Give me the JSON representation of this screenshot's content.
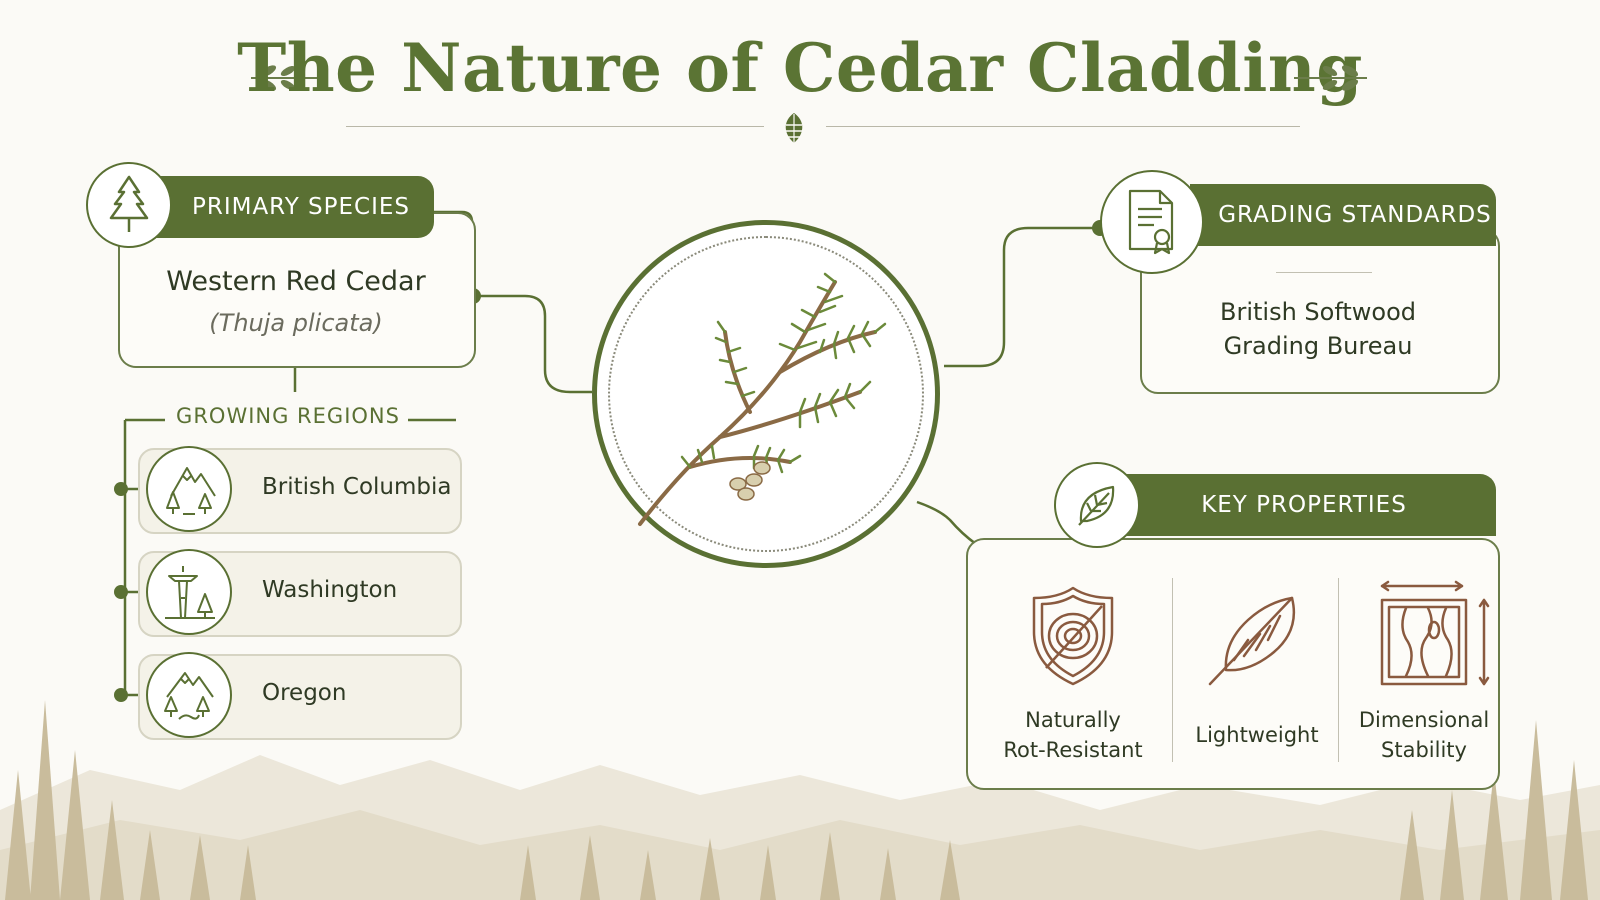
{
  "title": "The Nature of Cedar Cladding",
  "colors": {
    "primary": "#5a7033",
    "accent_brown": "#8a5a3f",
    "background": "#fbfaf6"
  },
  "primary_species": {
    "heading": "PRIMARY SPECIES",
    "icon": "pine-tree-icon",
    "name": "Western Red Cedar",
    "latin": "(Thuja plicata)"
  },
  "growing_regions": {
    "heading": "GROWING REGIONS",
    "items": [
      {
        "label": "British Columbia",
        "icon": "mountains-forest-icon"
      },
      {
        "label": "Washington",
        "icon": "space-needle-icon"
      },
      {
        "label": "Oregon",
        "icon": "mountains-river-icon"
      }
    ]
  },
  "grading": {
    "heading": "GRADING STANDARDS",
    "icon": "certificate-document-icon",
    "line1": "British Softwood",
    "line2": "Grading Bureau"
  },
  "properties": {
    "heading": "KEY PROPERTIES",
    "icon": "leaf-icon",
    "items": [
      {
        "line1": "Naturally",
        "line2": "Rot-Resistant",
        "icon": "shield-wood-icon"
      },
      {
        "line1": "Lightweight",
        "line2": "",
        "icon": "feather-icon"
      },
      {
        "line1": "Dimensional",
        "line2": "Stability",
        "icon": "wood-grain-frame-icon"
      }
    ]
  },
  "center_icon": "cedar-branch-icon"
}
